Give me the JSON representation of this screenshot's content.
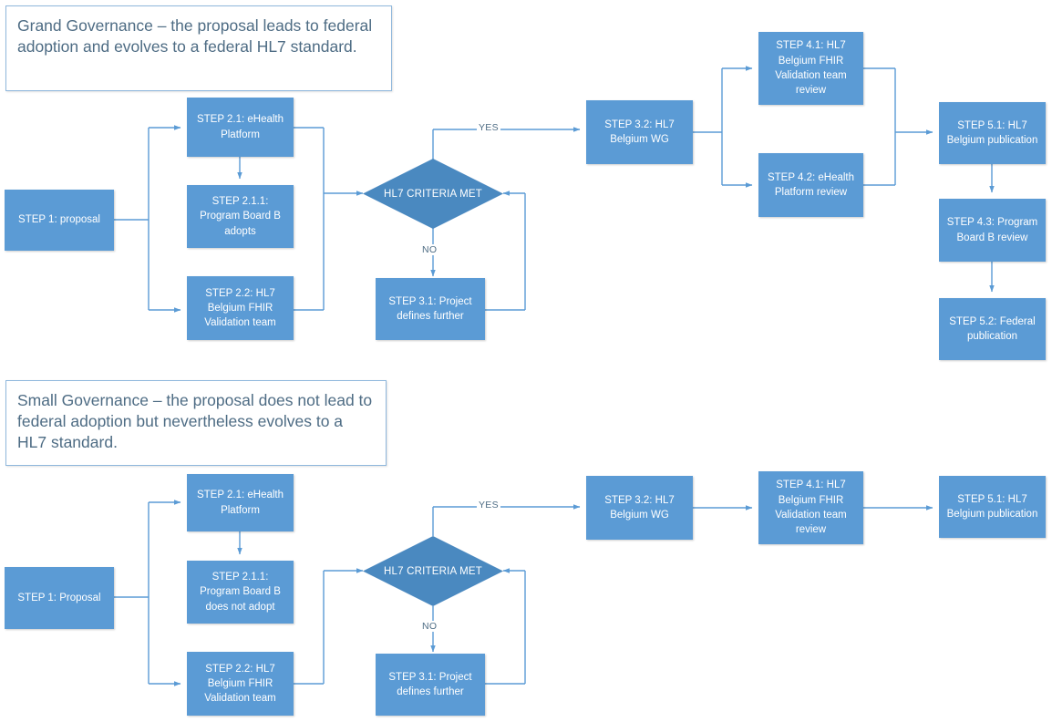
{
  "diagram": {
    "title": "HL7 Belgium governance flowchart",
    "colors": {
      "node_fill": "#5B9BD5",
      "diamond_fill": "#4A89C0",
      "connector": "#5B9BD5",
      "callout_border": "#8FB7DC",
      "callout_text": "#4E6C84",
      "node_text": "#FFFFFF"
    }
  },
  "sections": [
    {
      "id": "grand",
      "callout": "Grand Governance – the proposal leads to federal adoption and evolves to a federal HL7 standard.",
      "nodes": {
        "step1": "STEP 1: proposal",
        "step2_1": "STEP 2.1: eHealth Platform",
        "step2_1_1": "STEP 2.1.1: Program Board B adopts",
        "step2_2": "STEP 2.2: HL7 Belgium FHIR Validation team",
        "decision": "HL7 CRITERIA MET",
        "step3_1": "STEP 3.1: Project defines further",
        "step3_2": "STEP 3.2: HL7 Belgium WG",
        "step4_1": "STEP 4.1: HL7 Belgium FHIR Validation team review",
        "step4_2": "STEP 4.2: eHealth Platform review",
        "step5_1": "STEP 5.1: HL7 Belgium  publication",
        "step4_3": "STEP 4.3: Program Board B review",
        "step5_2": "STEP 5.2: Federal publication"
      },
      "edge_labels": {
        "yes": "YES",
        "no": "NO"
      }
    },
    {
      "id": "small",
      "callout": "Small Governance – the proposal does not lead to federal adoption but nevertheless evolves to a HL7 standard.",
      "nodes": {
        "step1": "STEP 1: Proposal",
        "step2_1": "STEP 2.1: eHealth Platform",
        "step2_1_1": "STEP 2.1.1: Program Board B does not adopt",
        "step2_2": "STEP 2.2: HL7 Belgium FHIR Validation team",
        "decision": "HL7 CRITERIA MET",
        "step3_1": "STEP 3.1: Project defines further",
        "step3_2": "STEP 3.2: HL7 Belgium WG",
        "step4_1": "STEP 4.1: HL7 Belgium FHIR Validation team review",
        "step5_1": "STEP 5.1: HL7 Belgium  publication"
      },
      "edge_labels": {
        "yes": "YES",
        "no": "NO"
      }
    }
  ]
}
